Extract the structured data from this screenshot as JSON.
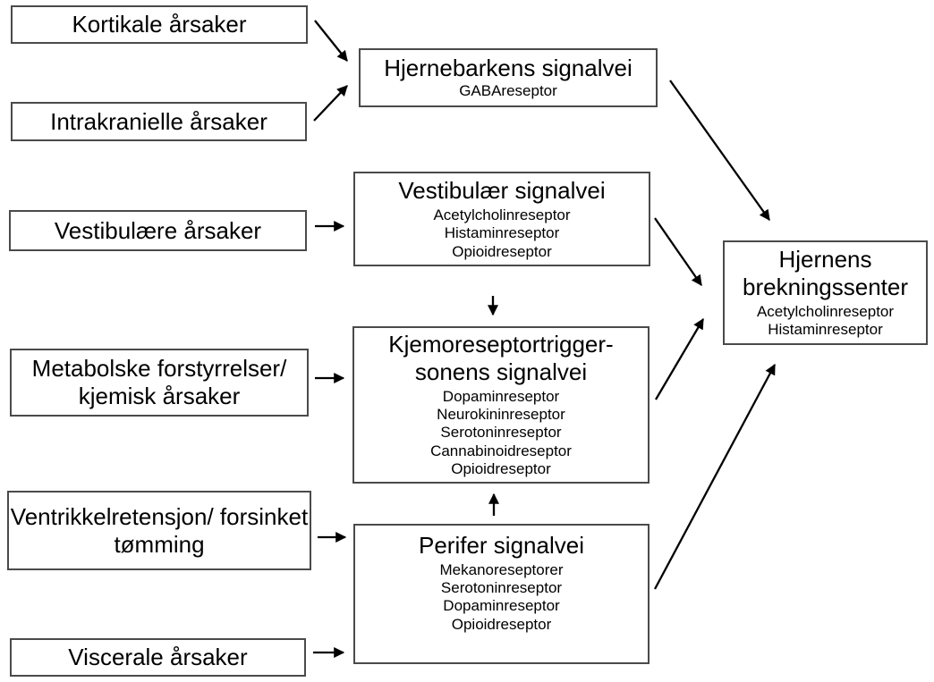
{
  "diagram": {
    "description": "Flowchart of emetic causes, signal pathways and the brain vomiting center"
  },
  "colors": {
    "background": "#ffffff",
    "box_border": "#4a4a4a",
    "text": "#000000",
    "arrow": "#000000"
  },
  "causes": [
    {
      "label": "Kortikale årsaker"
    },
    {
      "label": "Intrakranielle årsaker"
    },
    {
      "label": "Vestibulære årsaker"
    },
    {
      "label": "Metabolske forstyrrelser/ kjemisk årsaker"
    },
    {
      "label": "Ventrikkelretensjon/ forsinket tømming"
    },
    {
      "label": "Viscerale årsaker"
    }
  ],
  "pathways": [
    {
      "title": "Hjernebarkens signalvei",
      "receptors": [
        "GABAreseptor"
      ]
    },
    {
      "title": "Vestibulær signalvei",
      "receptors": [
        "Acetylcholinreseptor",
        "Histaminreseptor",
        "Opioidreseptor"
      ]
    },
    {
      "title": "Kjemoreseptortrigger-sonens signalvei",
      "receptors": [
        "Dopaminreseptor",
        "Neurokininreseptor",
        "Serotoninreseptor",
        "Cannabinoidreseptor",
        "Opioidreseptor"
      ]
    },
    {
      "title": "Perifer signalvei",
      "receptors": [
        "Mekanoreseptorer",
        "Serotoninreseptor",
        "Dopaminreseptor",
        "Opioidreseptor"
      ]
    }
  ],
  "target": {
    "title": "Hjernens brekningssenter",
    "receptors": [
      "Acetylcholinreseptor",
      "Histaminreseptor"
    ]
  }
}
